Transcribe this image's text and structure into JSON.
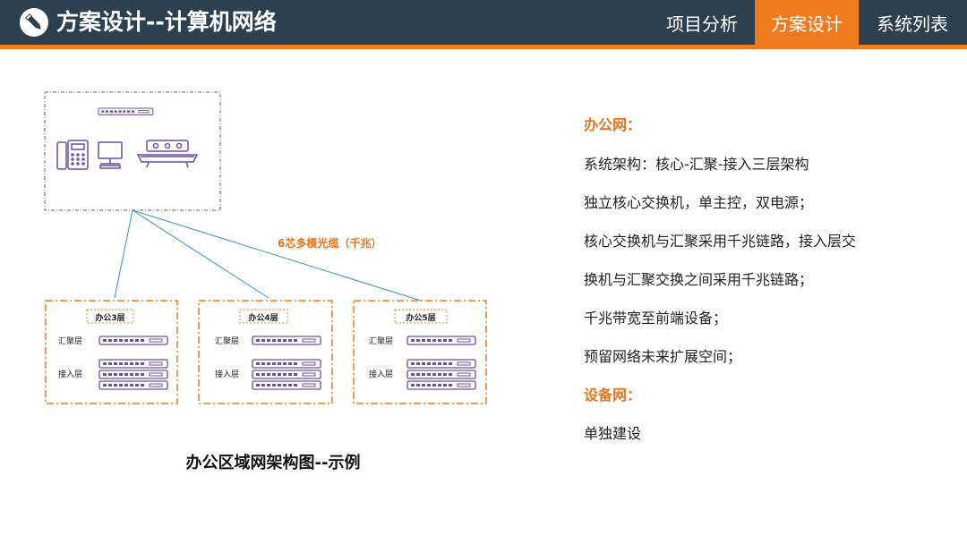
{
  "header": {
    "title": "方案设计--计算机网络",
    "nav": [
      "项目分析",
      "方案设计",
      "系统列表"
    ],
    "active_index": 1
  },
  "diagram": {
    "link_label": "6芯多模光缆（千兆）",
    "floors": [
      {
        "name": "办公3层",
        "agg_label": "汇聚层",
        "access_label": "接入层"
      },
      {
        "name": "办公4层",
        "agg_label": "汇聚层",
        "access_label": "接入层"
      },
      {
        "name": "办公5层",
        "agg_label": "汇聚层",
        "access_label": "接入层"
      }
    ],
    "caption": "办公区域网架构图--示例"
  },
  "panel": {
    "lines": [
      {
        "text": "办公网：",
        "heading": true
      },
      {
        "text": "系统架构：核心-汇聚-接入三层架构",
        "heading": false
      },
      {
        "text": "独立核心交换机，单主控，双电源；",
        "heading": false
      },
      {
        "text": "核心交换机与汇聚采用千兆链路，接入层交",
        "heading": false
      },
      {
        "text": "换机与汇聚交换之间采用千兆链路；",
        "heading": false
      },
      {
        "text": "千兆带宽至前端设备；",
        "heading": false
      },
      {
        "text": "预留网络未来扩展空间；",
        "heading": false
      },
      {
        "text": "设备网：",
        "heading": true
      },
      {
        "text": "单独建设",
        "heading": false
      }
    ]
  },
  "colors": {
    "header_bg": "#2e3f4d",
    "accent": "#f07b1e",
    "link_line": "#3a8fc6",
    "device_purple": "#6b4fa0"
  },
  "icons": [
    "pencil-icon",
    "switch-icon",
    "phone-icon",
    "computer-icon",
    "video-terminal-icon"
  ]
}
